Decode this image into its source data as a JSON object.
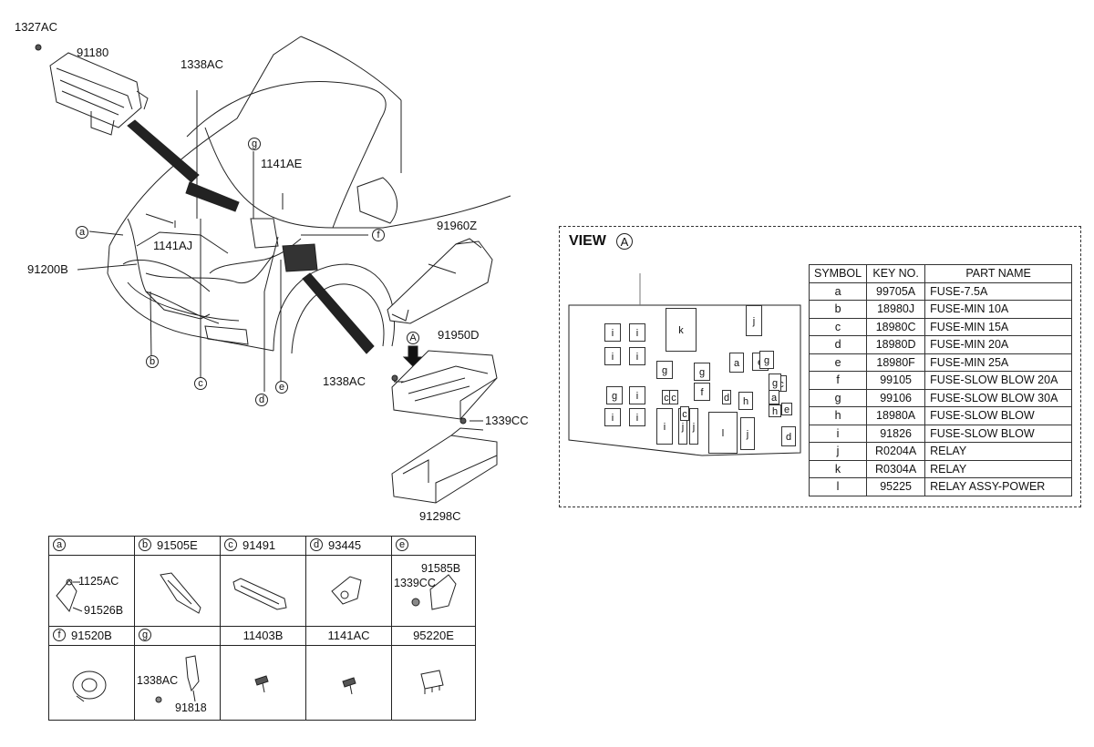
{
  "callouts": {
    "c1327AC": "1327AC",
    "c91180": "91180",
    "c1338AC_top": "1338AC",
    "c1141AE": "1141AE",
    "c1141AJ": "1141AJ",
    "c91200B": "91200B",
    "c91960Z": "91960Z",
    "c91950D": "91950D",
    "c1338AC_mid": "1338AC",
    "c1339CC": "1339CC",
    "c91298C": "91298C",
    "arrowA": "A",
    "letters": {
      "a": "a",
      "b": "b",
      "c": "c",
      "d": "d",
      "e": "e",
      "f": "f",
      "g": "g"
    }
  },
  "view": {
    "title": "VIEW",
    "marker": "A",
    "fuse_letters": [
      "i",
      "i",
      "i",
      "i",
      "k",
      "j",
      "i",
      "i",
      "g",
      "g",
      "a",
      "e",
      "g",
      "c",
      "g",
      "i",
      "c",
      "c",
      "f",
      "d",
      "h",
      "h",
      "e",
      "g",
      "i",
      "j",
      "j",
      "l",
      "j",
      "a",
      "d",
      "c"
    ],
    "table": {
      "headers": [
        "SYMBOL",
        "KEY NO.",
        "PART NAME"
      ],
      "rows": [
        [
          "a",
          "99705A",
          "FUSE-7.5A"
        ],
        [
          "b",
          "18980J",
          "FUSE-MIN 10A"
        ],
        [
          "c",
          "18980C",
          "FUSE-MIN 15A"
        ],
        [
          "d",
          "18980D",
          "FUSE-MIN 20A"
        ],
        [
          "e",
          "18980F",
          "FUSE-MIN 25A"
        ],
        [
          "f",
          "99105",
          "FUSE-SLOW BLOW 20A"
        ],
        [
          "g",
          "99106",
          "FUSE-SLOW BLOW 30A"
        ],
        [
          "h",
          "18980A",
          "FUSE-SLOW BLOW"
        ],
        [
          "i",
          "91826",
          "FUSE-SLOW BLOW"
        ],
        [
          "j",
          "R0204A",
          "RELAY"
        ],
        [
          "k",
          "R0304A",
          "RELAY"
        ],
        [
          "l",
          "95225",
          "RELAY ASSY-POWER"
        ]
      ]
    }
  },
  "details": {
    "a": {
      "letter": "a",
      "num": "",
      "labels": [
        "1125AC",
        "91526B"
      ]
    },
    "b": {
      "letter": "b",
      "num": "91505E"
    },
    "c": {
      "letter": "c",
      "num": "91491"
    },
    "d": {
      "letter": "d",
      "num": "93445"
    },
    "e": {
      "letter": "e",
      "num": "",
      "labels": [
        "91585B",
        "1339CC"
      ]
    },
    "f": {
      "letter": "f",
      "num": "91520B"
    },
    "g": {
      "letter": "g",
      "num": "",
      "labels": [
        "1338AC",
        "91818"
      ]
    },
    "h": {
      "num": "11403B"
    },
    "i": {
      "num": "1141AC"
    },
    "j": {
      "num": "95220E"
    }
  }
}
